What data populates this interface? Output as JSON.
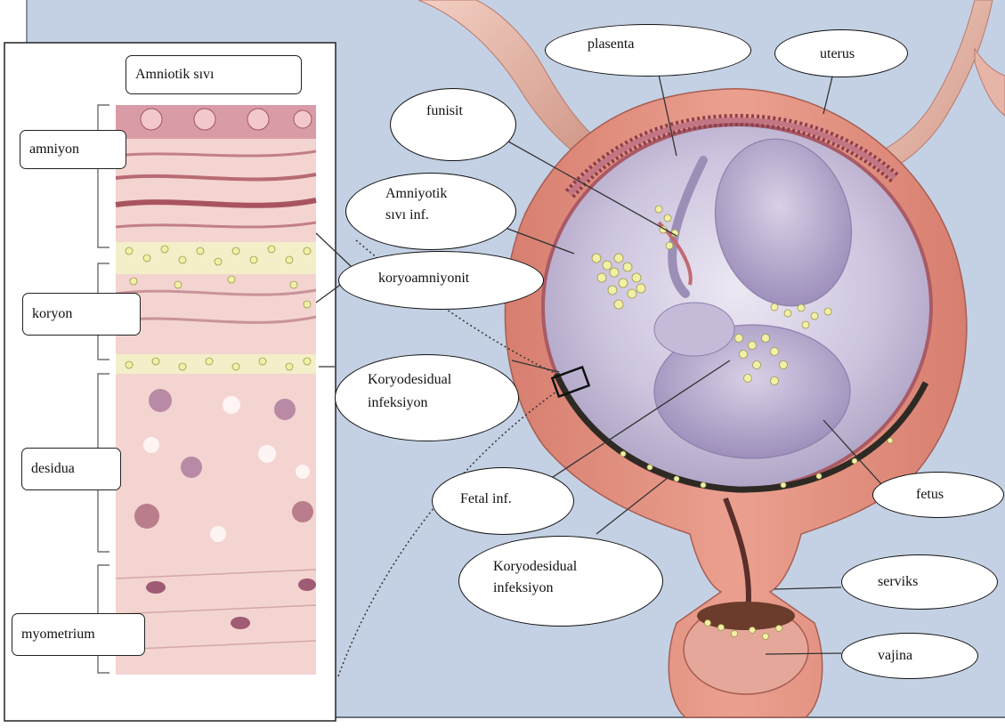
{
  "colors": {
    "background": "#c4d1e4",
    "uterus_wall": "#dc8b7c",
    "amniotic_cavity": "#c9c1dc",
    "fetus": "#b2a5c9",
    "infection_cells": "#f1f0a6",
    "tissue_panel": "#f3d4d0"
  },
  "layer_labels": {
    "amniotic_fluid": "Amniotik sıvı",
    "amnion": "amniyon",
    "chorion": "koryon",
    "decidua": "desidua",
    "myometrium": "myometrium"
  },
  "callouts": {
    "placenta": "plasenta",
    "uterus": "uterus",
    "funisitis": "funisit",
    "amniotic_fluid_inf_line1": "Amniyotik",
    "amniotic_fluid_inf_line2": "sıvı  inf.",
    "chorioamnionitis": "koryoamniyonit",
    "choriodecidual_1_line1": "Koryodesidual",
    "choriodecidual_1_line2": "infeksiyon",
    "fetal_inf": "Fetal inf.",
    "fetus": "fetus",
    "choriodecidual_2_line1": "Koryodesidual",
    "choriodecidual_2_line2": "infeksiyon",
    "cervix": "serviks",
    "vagina": "vajina"
  }
}
